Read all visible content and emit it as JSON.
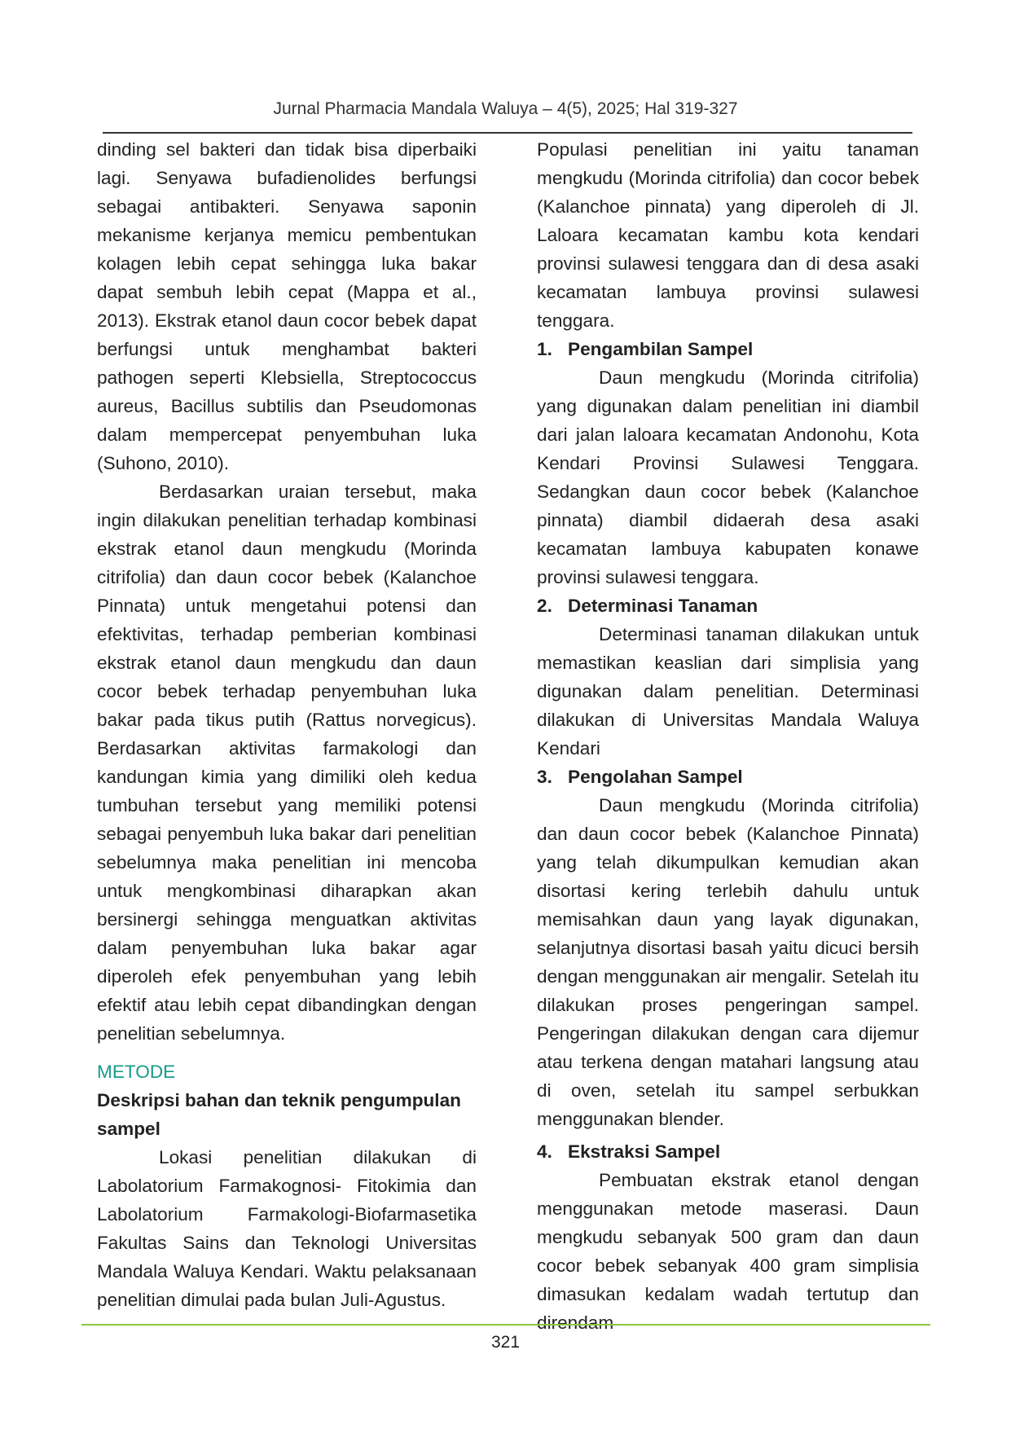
{
  "header": {
    "running_title": "Jurnal Pharmacia Mandala Waluya – 4(5), 2025; Hal 319-327"
  },
  "left": {
    "p1": "dinding sel bakteri dan tidak bisa diperbaiki lagi. Senyawa bufadienolides berfungsi sebagai antibakteri. Senyawa saponin mekanisme kerjanya memicu pembentukan kolagen lebih cepat sehingga luka bakar dapat sembuh lebih cepat (Mappa et al., 2013). Ekstrak etanol daun cocor bebek dapat berfungsi untuk menghambat bakteri pathogen seperti Klebsiella, Streptococcus aureus, Bacillus subtilis dan Pseudomonas dalam mempercepat penyembuhan luka (Suhono, 2010).",
    "p2": "Berdasarkan uraian tersebut, maka ingin dilakukan penelitian terhadap kombinasi ekstrak etanol daun mengkudu (Morinda citrifolia) dan daun cocor bebek (Kalanchoe Pinnata) untuk mengetahui potensi dan efektivitas, terhadap pemberian kombinasi ekstrak etanol daun mengkudu dan daun cocor bebek terhadap penyembuhan luka bakar pada tikus putih (Rattus norvegicus). Berdasarkan aktivitas farmakologi dan kandungan kimia yang dimiliki oleh kedua tumbuhan tersebut yang memiliki potensi sebagai penyembuh luka bakar dari penelitian sebelumnya maka penelitian ini mencoba untuk mengkombinasi diharapkan akan bersinergi sehingga menguatkan aktivitas dalam penyembuhan luka bakar agar diperoleh efek penyembuhan yang lebih efektif atau lebih cepat dibandingkan dengan penelitian sebelumnya.",
    "section_title": "METODE",
    "subsection_title": "Deskripsi bahan dan teknik pengumpulan sampel",
    "p3": "Lokasi penelitian dilakukan di Labolatorium Farmakognosi- Fitokimia dan Labolatorium Farmakologi-Biofarmasetika Fakultas Sains dan Teknologi Universitas Mandala Waluya Kendari. Waktu pelaksanaan penelitian dimulai pada bulan Juli-Agustus."
  },
  "right": {
    "p0": "Populasi penelitian ini yaitu tanaman mengkudu (Morinda citrifolia) dan cocor bebek (Kalanchoe pinnata) yang diperoleh di Jl. Laloara kecamatan kambu kota kendari provinsi sulawesi tenggara dan di desa asaki kecamatan lambuya provinsi sulawesi tenggara.",
    "s1": {
      "num": "1.",
      "title": "Pengambilan Sampel",
      "text": "Daun mengkudu (Morinda citrifolia) yang digunakan dalam penelitian ini diambil dari jalan laloara kecamatan Andonohu, Kota Kendari Provinsi Sulawesi Tenggara. Sedangkan daun cocor bebek (Kalanchoe pinnata) diambil didaerah desa asaki kecamatan lambuya kabupaten konawe provinsi sulawesi tenggara."
    },
    "s2": {
      "num": "2.",
      "title": "Determinasi Tanaman",
      "text": "Determinasi tanaman dilakukan untuk memastikan keaslian dari simplisia yang digunakan dalam penelitian. Determinasi dilakukan di Universitas Mandala Waluya Kendari"
    },
    "s3": {
      "num": "3.",
      "title": "Pengolahan Sampel",
      "text": "Daun mengkudu (Morinda citrifolia) dan daun cocor bebek (Kalanchoe Pinnata) yang telah dikumpulkan kemudian akan disortasi kering terlebih dahulu untuk memisahkan daun yang layak digunakan, selanjutnya disortasi basah yaitu dicuci bersih dengan menggunakan air mengalir. Setelah itu dilakukan proses pengeringan sampel. Pengeringan dilakukan dengan cara dijemur atau terkena dengan matahari langsung atau di oven, setelah itu sampel serbukkan menggunakan blender."
    },
    "s4": {
      "num": "4.",
      "title": "Ekstraksi Sampel",
      "text": "Pembuatan ekstrak etanol dengan menggunakan metode maserasi. Daun mengkudu sebanyak 500 gram dan daun cocor bebek sebanyak 400 gram simplisia dimasukan kedalam wadah tertutup dan direndam"
    }
  },
  "footer": {
    "page_number": "321"
  },
  "colors": {
    "section_heading": "#1a9b8a",
    "footer_rule": "#8cc63f",
    "header_rule": "#333333"
  }
}
